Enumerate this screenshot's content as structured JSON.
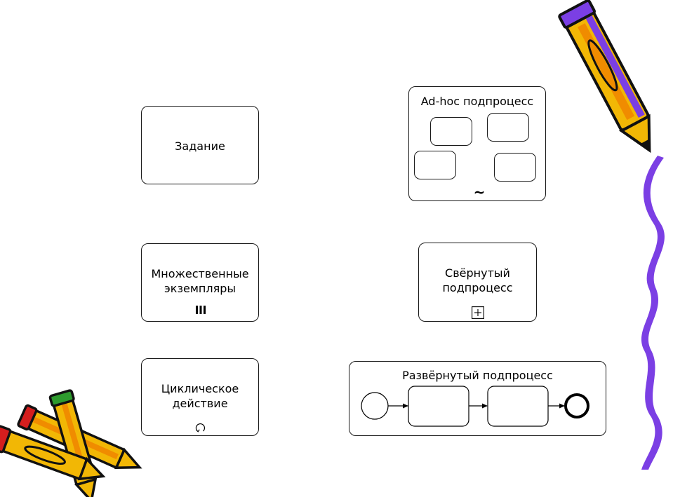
{
  "diagram": {
    "task": {
      "label": "Задание"
    },
    "multi_instance": {
      "label": "Множественные\nэкземпляры"
    },
    "loop": {
      "label": "Циклическое\nдействие"
    },
    "ad_hoc": {
      "label": "Ad-hoc подпроцесс",
      "marker": "~"
    },
    "collapsed": {
      "label": "Свёрнутый\nподпроцесс"
    },
    "expanded": {
      "label": "Развёрнутый подпроцесс"
    }
  },
  "decoration": {
    "pencil_colors": {
      "yellow": "#f2b705",
      "orange": "#f08c00",
      "black": "#111111",
      "purple": "#7b3fe4",
      "red": "#d41e1e",
      "green": "#2e9b2e"
    },
    "wave_color": "#7b3fe4"
  }
}
